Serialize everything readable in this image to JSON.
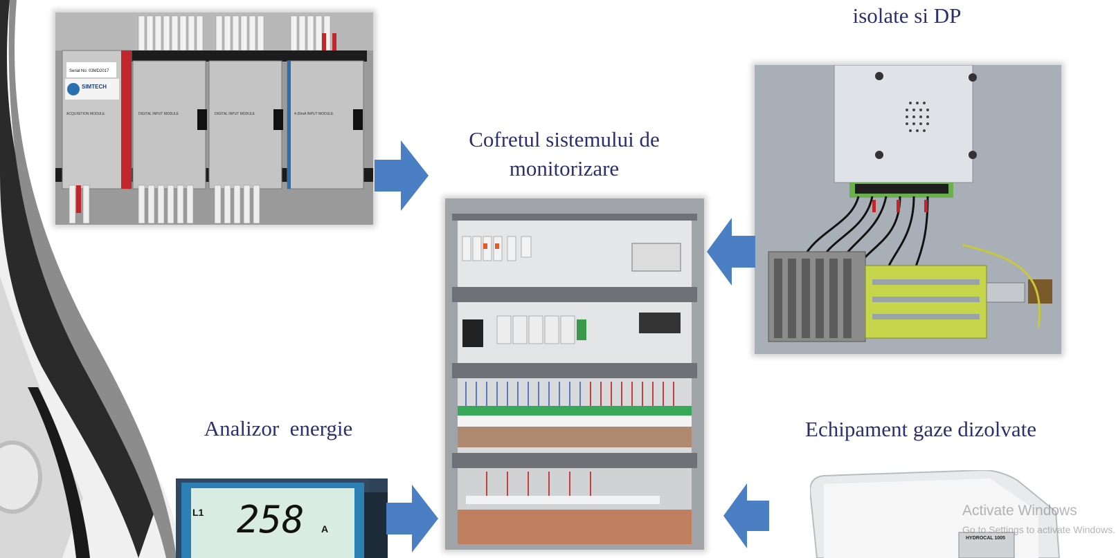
{
  "captions": {
    "top_right": "isolate si DP",
    "center": "Cofretul sistemului de monitorizare",
    "bottom_left": "Analizor  energie",
    "bottom_right": "Echipament gaze dizolvate"
  },
  "photo_texts": {
    "serial": "Serial No: 03MD2017",
    "brand": "SIMTECH",
    "module_acq": "ACQUISITION MODULE",
    "module_din1": "DIGITAL INPUT MODULE",
    "module_din2": "DIGITAL INPUT MODULE",
    "module_ma": "4-20mA INPUT MODULE",
    "meter_line": "L1",
    "meter_value": "258",
    "meter_unit": "A",
    "gas_model": "HYDROCAL 1005"
  },
  "watermark": {
    "title": "Activate Windows",
    "subtitle": "Go to Settings to activate Windows."
  },
  "colors": {
    "caption": "#2b2f6e",
    "arrow": "#4a7fc4"
  }
}
